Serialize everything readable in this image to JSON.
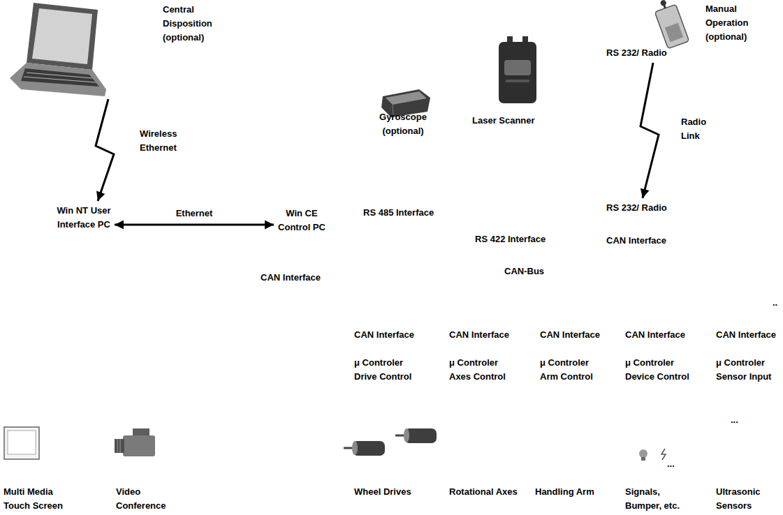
{
  "diagram": {
    "nodes": [
      {
        "text": [
          "Central Disposition (optional)"
        ]
      },
      {
        "text": [
          "Win NT User Interface PC"
        ]
      },
      {
        "text": [
          "Win CE Control PC"
        ]
      },
      {
        "text": [
          "Manual Operation (optional)",
          "RS 232/ Radio"
        ]
      },
      {
        "text": [
          "RS 232/ Radio",
          "CAN Interface"
        ]
      }
    ],
    "edges": [
      {
        "from": 0,
        "to": 1,
        "label": "Wireless Ethernet",
        "arrow": "to"
      },
      {
        "from": 1,
        "to": 2,
        "label": "Ethernet",
        "arrow": "both"
      },
      {
        "from": 3,
        "to": 4,
        "label": "Radio Link",
        "arrow": "to"
      }
    ],
    "labels": [
      "Gyroscope (optional)",
      "Laser Scanner",
      "RS 485 Interface",
      "RS 422 Interface",
      "CAN Interface",
      "CAN-Bus",
      "..",
      "CAN Interface",
      "CAN Interface",
      "CAN Interface",
      "CAN Interface",
      "CAN Interface",
      "μ Controler Drive Control",
      "μ Controler Axes Control",
      "μ Controler Arm Control",
      "μ Controler Device Control",
      "μ Controler Sensor Input",
      "...",
      "Multi Media Touch Screen",
      "Video Conference",
      "Wheel Drives",
      "Rotational Axes",
      "Handling Arm",
      "...",
      "Signals, Bumper, etc.",
      "Ultrasonic Sensors"
    ]
  }
}
